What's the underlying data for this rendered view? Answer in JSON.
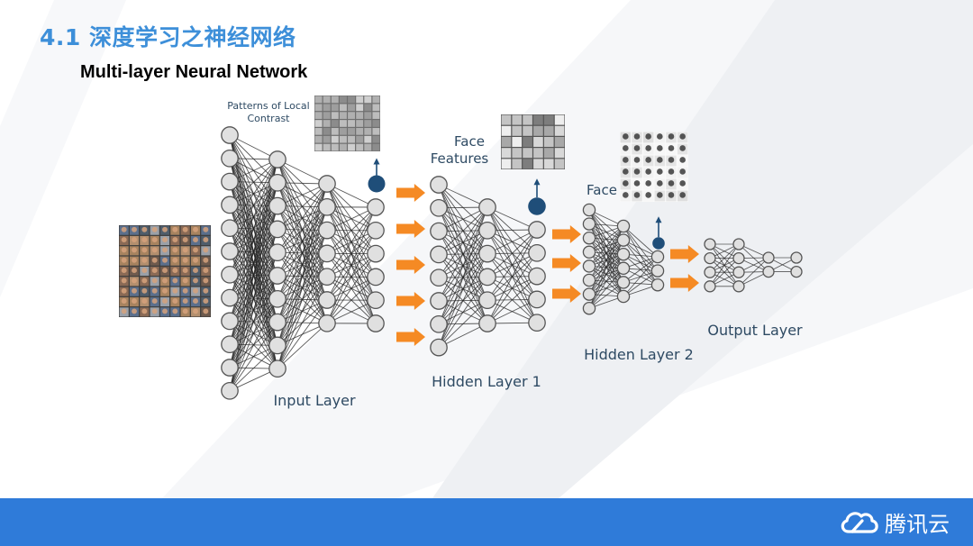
{
  "slide": {
    "title": "4.1 深度学习之神经网络",
    "subtitle": "Multi-layer Neural Network"
  },
  "diagram": {
    "annotations": {
      "patterns_line1": "Patterns of Local",
      "patterns_line2": "Contrast",
      "face_features_line1": "Face",
      "face_features_line2": "Features",
      "face": "Face"
    },
    "layers": {
      "input": "Input Layer",
      "hidden1": "Hidden Layer 1",
      "hidden2": "Hidden Layer 2",
      "output": "Output Layer"
    }
  },
  "footer": {
    "brand": "腾讯云"
  },
  "colors": {
    "title_blue": "#3d8fd9",
    "footer_blue": "#2f7bd9",
    "arrow_orange": "#f58a24",
    "node_dark": "#1f4e79",
    "node_fill": "#e0e0e0",
    "node_stroke": "#555555"
  }
}
